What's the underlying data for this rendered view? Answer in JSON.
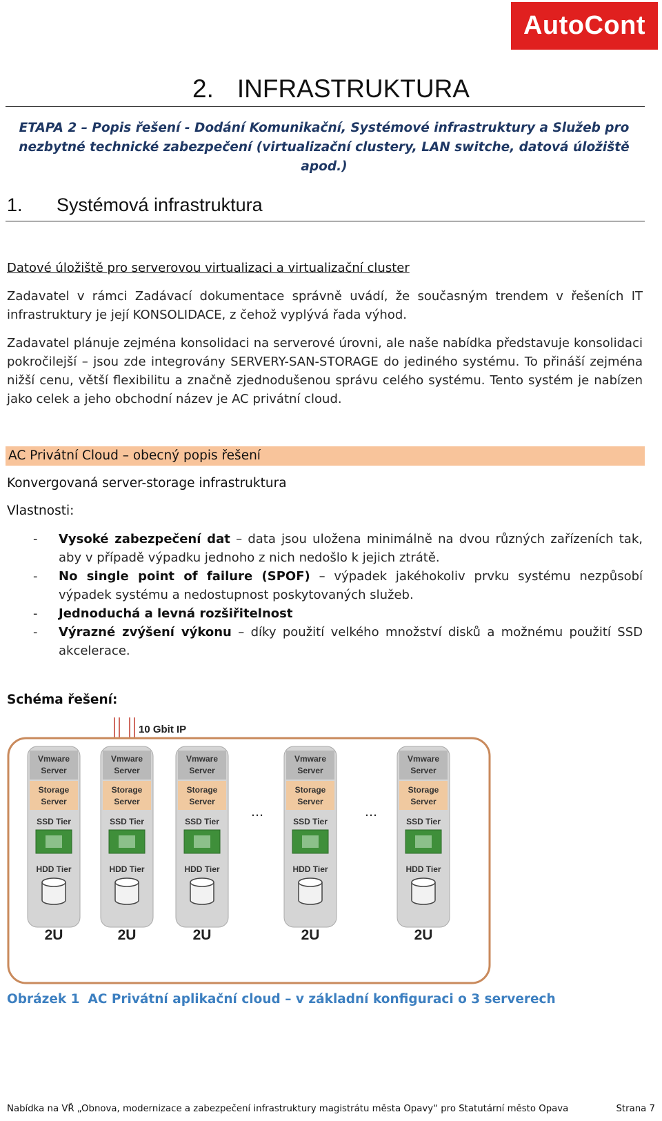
{
  "header": {
    "logo_text": "AutoCont",
    "chapter_number": "2.",
    "chapter_title": "INFRASTRUKTURA",
    "subtitle": "ETAPA 2 – Popis řešení - Dodání Komunikační, Systémové infrastruktury a Služeb pro nezbytné technické zabezpečení (virtualizační clustery, LAN switche, datová úložiště apod.)"
  },
  "section": {
    "number": "1.",
    "title": "Systémová infrastruktura"
  },
  "storage": {
    "heading": "Datové úložiště pro serverovou virtualizaci a virtualizační cluster",
    "paragraph1": "Zadavatel v rámci Zadávací dokumentace správně uvádí, že současným trendem v řešeních IT infrastruktury je její KONSOLIDACE, z čehož vyplývá řada výhod.",
    "paragraph2": "Zadavatel plánuje zejména konsolidaci na serverové úrovni, ale naše nabídka představuje konsolidaci pokročilejší – jsou zde integrovány SERVERY-SAN-STORAGE do jediného systému. To přináší zejména nižší cenu, větší flexibilitu a značně zjednodušenou správu celého systému. Tento systém je nabízen jako celek a jeho obchodní název je AC privátní cloud."
  },
  "cloud": {
    "highlight_title": "AC Privátní Cloud – obecný popis řešení",
    "converged_heading": "Konvergovaná server-storage infrastruktura",
    "properties_label": "Vlastnosti:",
    "bullets": [
      {
        "bold": "Vysoké zabezpečení dat",
        "text": " – data jsou uložena minimálně na dvou různých zařízeních tak, aby v případě výpadku jednoho z nich nedošlo k jejich ztrátě."
      },
      {
        "bold": "No single point of failure (SPOF)",
        "text": " – výpadek jakéhokoliv prvku systému nezpůsobí výpadek systému a nedostupnost poskytovaných služeb."
      },
      {
        "bold": "Jednoduchá a levná rozšiřitelnost",
        "text": ""
      },
      {
        "bold": "Výrazné zvýšení výkonu",
        "text": " – díky použití velkého množství disků a možnému použití SSD akcelerace."
      }
    ],
    "bullet_dash": "-"
  },
  "schema": {
    "label": "Schéma řešení:",
    "network_label": "10 Gbit IP",
    "ellipsis": "...",
    "nodes": [
      {
        "vmware": [
          "Vmware",
          "Server"
        ],
        "storage": [
          "Storage",
          "Server"
        ],
        "ssd": "SSD Tier",
        "hdd": "HDD Tier",
        "units": "2U"
      },
      {
        "vmware": [
          "Vmware",
          "Server"
        ],
        "storage": [
          "Storage",
          "Server"
        ],
        "ssd": "SSD Tier",
        "hdd": "HDD Tier",
        "units": "2U"
      },
      {
        "vmware": [
          "Vmware",
          "Server"
        ],
        "storage": [
          "Storage",
          "Server"
        ],
        "ssd": "SSD Tier",
        "hdd": "HDD Tier",
        "units": "2U"
      },
      {
        "vmware": [
          "Vmware",
          "Server"
        ],
        "storage": [
          "Storage",
          "Server"
        ],
        "ssd": "SSD Tier",
        "hdd": "HDD Tier",
        "units": "2U"
      },
      {
        "vmware": [
          "Vmware",
          "Server"
        ],
        "storage": [
          "Storage",
          "Server"
        ],
        "ssd": "SSD Tier",
        "hdd": "HDD Tier",
        "units": "2U"
      }
    ],
    "colors": {
      "frame": "#c98a5c",
      "node_bg": "#d5d5d5",
      "vmware_bg": "#b9b9b9",
      "storage_bg": "#f0c9a0",
      "chip": "#3f8f3a",
      "lines": "#c0392b"
    }
  },
  "caption": {
    "number": "Obrázek 1",
    "text": "AC Privátní aplikační cloud – v základní konfiguraci o 3 serverech"
  },
  "footer": {
    "left": "Nabídka na VŘ „Obnova, modernizace a zabezpečení infrastruktury magistrátu města Opavy“ pro Statutární město Opava",
    "right": "Strana 7"
  }
}
